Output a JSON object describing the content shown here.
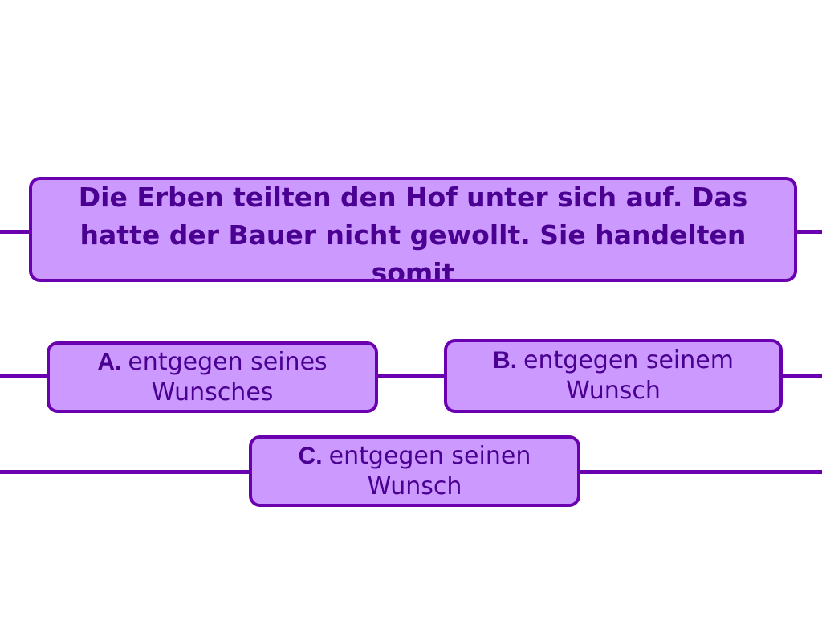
{
  "question": {
    "text": "Die Erben teilten den Hof unter sich auf. Das hatte der Bauer nicht gewollt. Sie handelten somit"
  },
  "answers": [
    {
      "letter": "A.",
      "line1": "entgegen seines",
      "line2": "Wunsches"
    },
    {
      "letter": "B.",
      "line1": "entgegen seinem",
      "line2": "Wunsch"
    },
    {
      "letter": "C.",
      "line1": "entgegen seinen",
      "line2": "Wunsch"
    }
  ],
  "colors": {
    "box_fill": "#cc99ff",
    "border": "#6a00b0",
    "text": "#4a0090"
  }
}
